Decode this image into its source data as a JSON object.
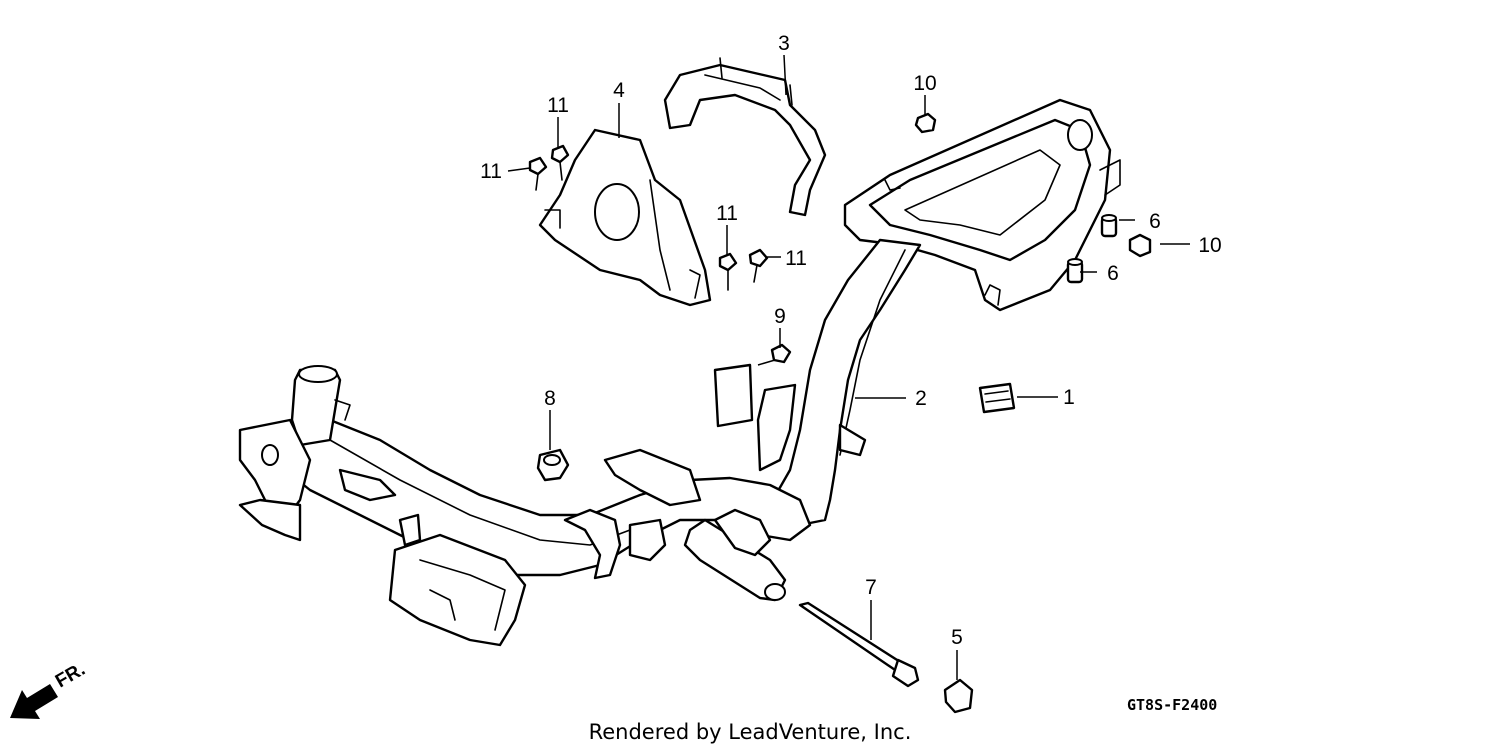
{
  "diagram_code": "GT8S-F2400",
  "credit": "Rendered by LeadVenture, Inc.",
  "direction_label": "FR.",
  "callouts": {
    "c1": "1",
    "c2": "2",
    "c3": "3",
    "c4": "4",
    "c5": "5",
    "c6a": "6",
    "c6b": "6",
    "c7": "7",
    "c8": "8",
    "c9": "9",
    "c10a": "10",
    "c10b": "10",
    "c11a": "11",
    "c11b": "11",
    "c11c": "11",
    "c11d": "11"
  }
}
